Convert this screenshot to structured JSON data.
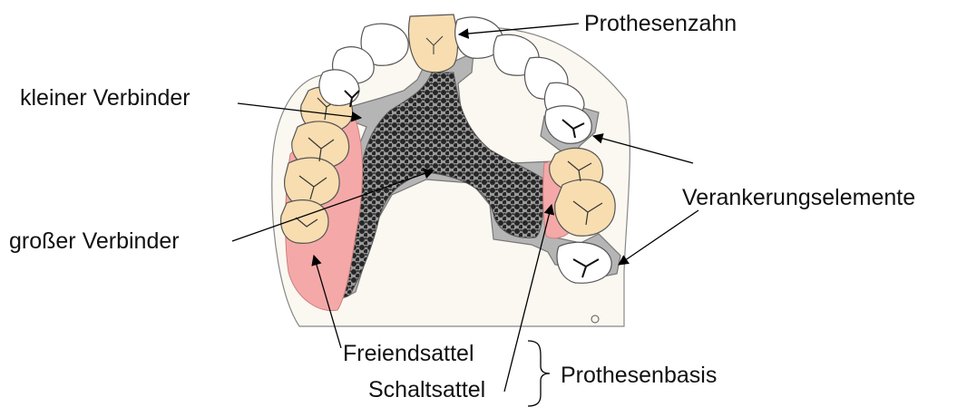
{
  "labels": {
    "prothesenzahn": "Prothesenzahn",
    "kleiner_verbinder": "kleiner Verbinder",
    "grosser_verbinder": "großer Verbinder",
    "verankerungselemente": "Verankerungselemente",
    "freiendsattel": "Freiendsattel",
    "schaltsattel": "Schaltsattel",
    "prothesenbasis": "Prothesenbasis"
  },
  "colors": {
    "cast": "#b5b5b5",
    "major_connector": "#2e2e2e",
    "saddle": "#f4a9a8",
    "denture_tooth": "#f8ddb0",
    "natural_tooth": "#ffffff",
    "model_base": "#fbf8f1",
    "outline": "#444444"
  }
}
